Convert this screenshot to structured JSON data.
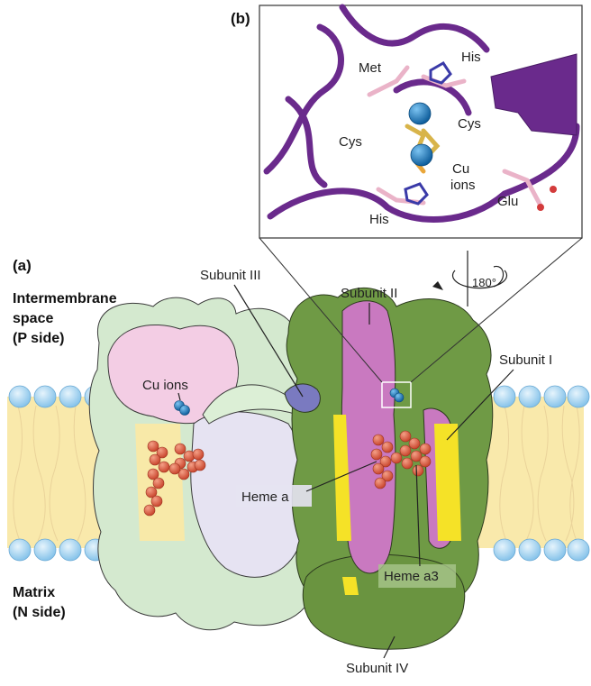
{
  "panel_a": {
    "label": "(a)",
    "p_side": {
      "line1": "Intermembrane",
      "line2": "space",
      "line3": "(P side)"
    },
    "n_side": {
      "line1": "Matrix",
      "line2": "(N side)"
    },
    "labels": {
      "subunit_i": "Subunit I",
      "subunit_ii": "Subunit II",
      "subunit_iii": "Subunit III",
      "subunit_iv": "Subunit IV",
      "cu_ions": "Cu ions",
      "heme_a": "Heme a",
      "heme_a3": "Heme a3",
      "rotation": "180°"
    }
  },
  "panel_b": {
    "label": "(b)",
    "residues": {
      "met": "Met",
      "his_top": "His",
      "cys_left": "Cys",
      "cys_right": "Cys",
      "cu_line1": "Cu",
      "cu_line2": "ions",
      "glu": "Glu",
      "his_bottom": "His"
    }
  },
  "colors": {
    "subunit_i": "#6f9a45",
    "subunit_ii": "#c979c0",
    "subunit_iii": "#7a7ac0",
    "subunit_iv": "#6a9440",
    "pale_green": "#d4e9cf",
    "pale_pink": "#f3cde4",
    "pale_lavender": "#e6e3f2",
    "heme": "#e2654a",
    "cu": "#1f82c7",
    "membrane": "#f8e7a6",
    "lipid_head": "#9ed0ee",
    "ribbon": "#6a2a8c"
  }
}
